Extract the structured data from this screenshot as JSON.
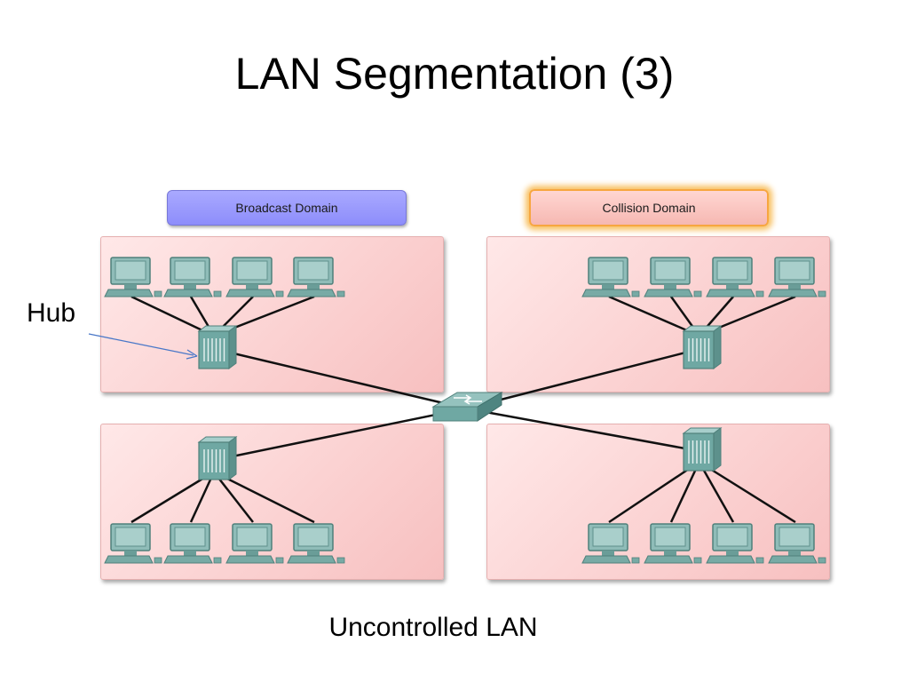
{
  "slide": {
    "title": "LAN Segmentation (3)",
    "caption": "Uncontrolled LAN"
  },
  "legend": {
    "broadcast_label": "Broadcast Domain",
    "broadcast_color": "#9595fc",
    "collision_label": "Collision Domain",
    "collision_color": "#f8c4be",
    "collision_glow": "#f7a640"
  },
  "annotation": {
    "hub_label": "Hub",
    "arrow_color": "#4a78c8"
  },
  "diagram": {
    "segment_color": "#fbd2d2",
    "device_color": "#6fa8a3",
    "link_color": "#111111",
    "segments": [
      {
        "id": "top-left",
        "hub": "hub",
        "pcs": 4
      },
      {
        "id": "top-right",
        "hub": "hub",
        "pcs": 4
      },
      {
        "id": "bottom-left",
        "hub": "hub",
        "pcs": 4
      },
      {
        "id": "bottom-right",
        "hub": "hub",
        "pcs": 4
      }
    ],
    "center_device": "switch"
  }
}
